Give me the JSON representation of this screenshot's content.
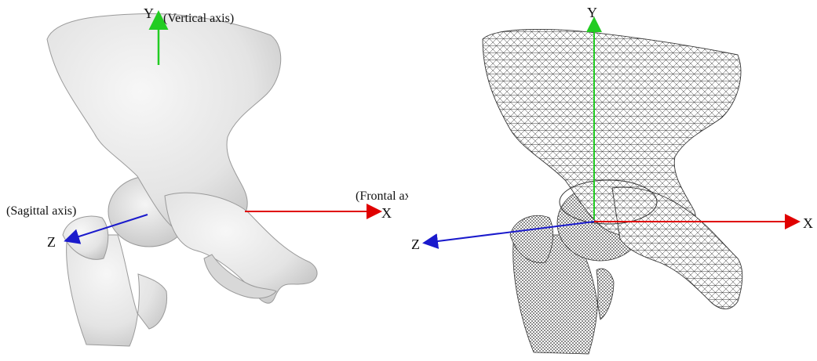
{
  "left_panel": {
    "axis_labels": {
      "y": "Y",
      "y_name": "(Vertical axis)",
      "x": "X",
      "x_name": "(Frontal axis)",
      "z": "Z",
      "z_name": "(Sagittal axis)"
    },
    "render_style": "solid shaded surface"
  },
  "right_panel": {
    "axis_labels": {
      "y": "Y",
      "x": "X",
      "z": "Z"
    },
    "render_style": "wireframe mesh"
  },
  "colors": {
    "x_axis": "#e00000",
    "y_axis": "#22cc22",
    "z_axis": "#1a1acc",
    "bone_fill": "#e9e9e9",
    "bone_shade": "#bdbdbd",
    "mesh_line": "#222222"
  }
}
